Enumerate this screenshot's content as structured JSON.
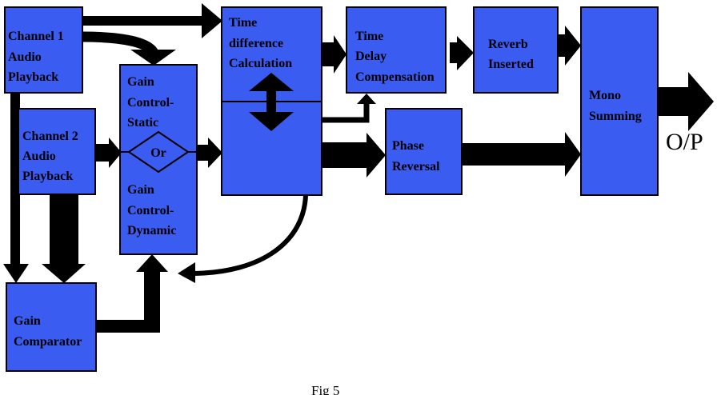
{
  "blocks": {
    "ch1": [
      "Channel 1",
      "Audio",
      "Playback"
    ],
    "ch2": [
      "Channel 2",
      "Audio",
      "Playback"
    ],
    "gain_static": [
      "Gain",
      "Control-",
      "Static"
    ],
    "or": "Or",
    "gain_dynamic": [
      "Gain",
      "Control-",
      "Dynamic"
    ],
    "comparator": [
      "Gain",
      "Comparator"
    ],
    "time_diff": [
      "Time",
      "difference",
      "Calculation"
    ],
    "time_delay": [
      "Time",
      "Delay",
      "Compensation"
    ],
    "reverb": [
      "Reverb",
      "Inserted"
    ],
    "phase": [
      "Phase",
      "Reversal"
    ],
    "mono": [
      "Mono",
      "Summing"
    ]
  },
  "output_label": "O/P",
  "caption": "Fig 5",
  "colors": {
    "block_fill": "#3b5cf0",
    "arrow": "#000000"
  }
}
